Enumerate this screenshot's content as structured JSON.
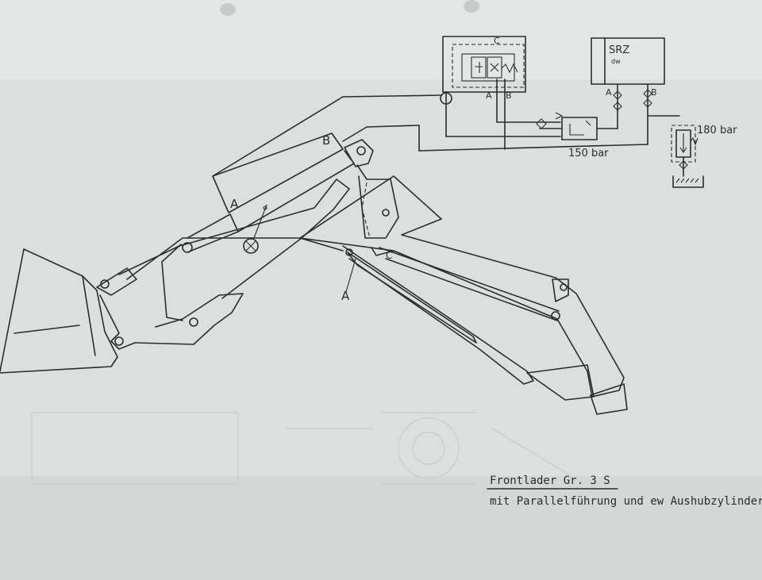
{
  "colors": {
    "paper": "#d9dcdb",
    "ink": "#2b2d2d",
    "bleed": "#c9cccb"
  },
  "diagram": {
    "labels": {
      "valve_port_c": "C",
      "valve_port_a": "A",
      "valve_port_b": "B",
      "srz_box": "SRZ",
      "srz_sub": "dw",
      "srz_port_a": "A",
      "srz_port_b": "B",
      "relief_pressure_small": "150 bar",
      "relief_pressure_tank": "180 bar",
      "lift_cylinder_a": "A",
      "lift_cylinder_b": "B",
      "tilt_pivot_a": "A",
      "tilt_pivot_c": "C",
      "pivot_x": "X"
    },
    "caption": {
      "title": "Frontlader Gr. 3 S",
      "subtitle": "mit Parallelführung und ew Aushubzylinder"
    }
  }
}
